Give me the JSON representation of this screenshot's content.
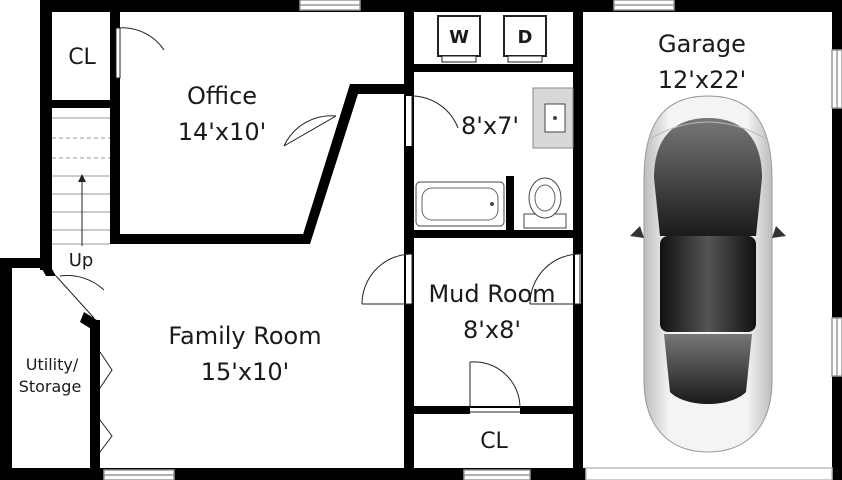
{
  "rooms": {
    "closet_top_left": {
      "name": "CL"
    },
    "office": {
      "name": "Office",
      "size": "14'x10'"
    },
    "laundry_bath": {
      "size": "8'x7'",
      "washer": "W",
      "dryer": "D"
    },
    "garage": {
      "name": "Garage",
      "size": "12'x22'"
    },
    "stairs": {
      "label": "Up"
    },
    "utility": {
      "line1": "Utility/",
      "line2": "Storage"
    },
    "family_room": {
      "name": "Family Room",
      "size": "15'x10'"
    },
    "mud_room": {
      "name": "Mud Room",
      "size": "8'x8'"
    },
    "closet_bottom": {
      "name": "CL"
    }
  },
  "colors": {
    "wall": "#000000",
    "window": "#9a9a9a",
    "fixture": "#d8d8d8",
    "car_body": "#e6e6e6",
    "car_glass": "#2a2a2a"
  }
}
